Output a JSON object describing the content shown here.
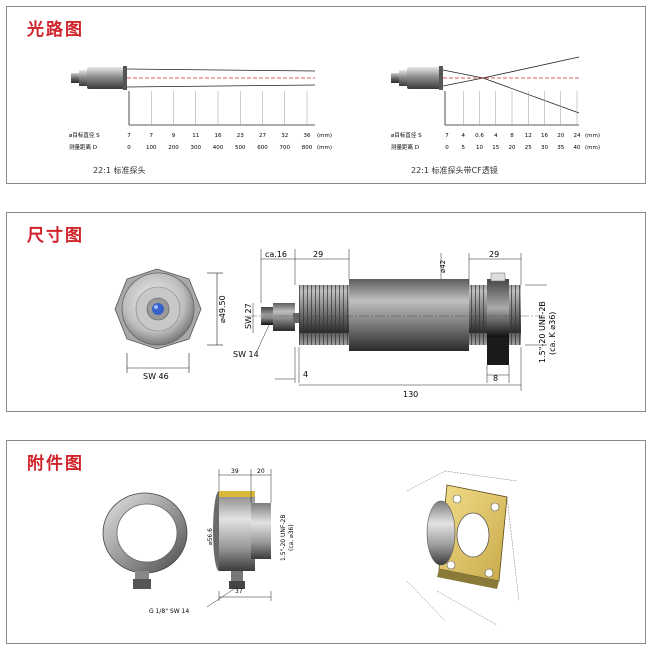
{
  "sections": {
    "optics": {
      "title": "光路图",
      "left": {
        "row1_label": "ø目标直径 S",
        "row2_label": "测量距离 D",
        "row1_values": [
          "7",
          "7",
          "9",
          "11",
          "16",
          "23",
          "27",
          "32",
          "36"
        ],
        "row2_values": [
          "0",
          "100",
          "200",
          "300",
          "400",
          "500",
          "600",
          "700",
          "800"
        ],
        "unit": "(mm)",
        "caption": "22:1 标准探头"
      },
      "right": {
        "row1_label": "ø目标直径 S",
        "row2_label": "测量距离 D",
        "row1_values": [
          "7",
          "4",
          "0.6",
          "4",
          "8",
          "12",
          "16",
          "20",
          "24"
        ],
        "row2_values": [
          "0",
          "5",
          "10",
          "15",
          "20",
          "25",
          "30",
          "35",
          "40"
        ],
        "unit": "(mm)",
        "caption": "22:1 标准探头带CF透镜"
      }
    },
    "dimensions": {
      "title": "尺寸图",
      "labels": {
        "sw46": "SW 46",
        "dia4950": "⌀49.50",
        "ca16": "ca.16",
        "sw27": "SW 27",
        "sw14": "SW 14",
        "d29a": "29",
        "d29b": "29",
        "dia42": "⌀42",
        "d4": "4",
        "d130": "130",
        "d8": "8",
        "thread": "1.5\"-20 UNF-2B",
        "thread_sub": "(ca. K ⌀36)"
      }
    },
    "accessories": {
      "title": "附件图",
      "labels": {
        "d39": "39",
        "d20": "20",
        "dia": "⌀56.6",
        "thread": "1.5\"-20 UNF-2B",
        "thread_sub": "(ca. ⌀36)",
        "d37": "37",
        "fitting": "G 1/8\" SW 14"
      }
    }
  }
}
